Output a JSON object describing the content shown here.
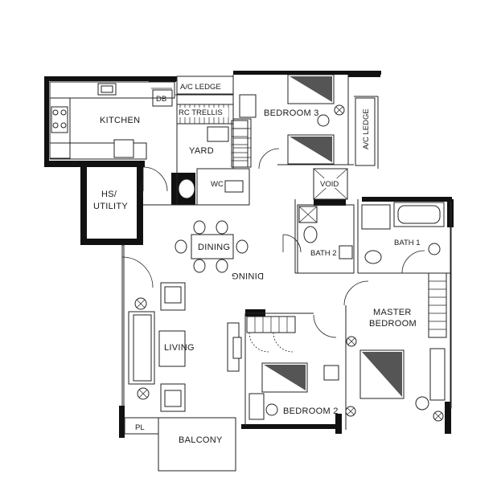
{
  "labels": {
    "ac_ledge_top": "A/C LEDGE",
    "db": "DB",
    "rc_trellis": "RC TRELLIS",
    "kitchen": "KITCHEN",
    "bedroom3": "BEDROOM 3",
    "ac_ledge_right": "A/C LEDGE",
    "yard": "YARD",
    "wc": "WC",
    "void": "VOID",
    "hs_utility_1": "HS/",
    "hs_utility_2": "UTILITY",
    "dining": "DINING",
    "dining_mirror": "DINING",
    "bath2": "BATH 2",
    "bath1": "BATH 1",
    "master_1": "MASTER",
    "master_2": "BEDROOM",
    "living": "LIVING",
    "bedroom2": "BEDROOM 2",
    "pl": "PL",
    "balcony": "BALCONY"
  },
  "colors": {
    "wall": "#111111",
    "line": "#222222",
    "background": "#ffffff"
  }
}
